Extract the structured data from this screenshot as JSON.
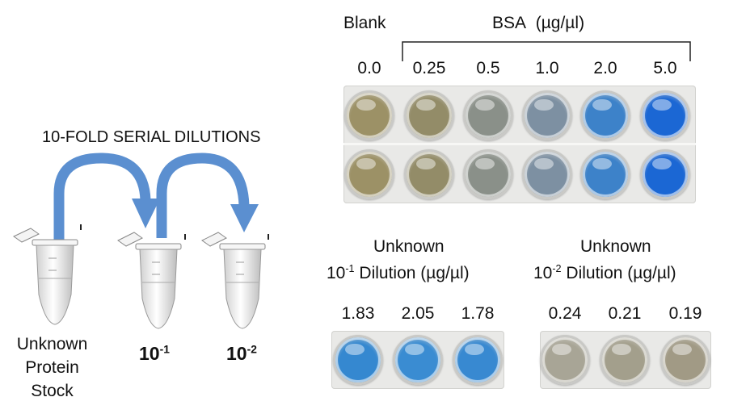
{
  "title": "10-FOLD SERIAL DILUTIONS",
  "tubes": {
    "stock_label_1": "Unknown",
    "stock_label_2": "Protein",
    "stock_label_3": "Stock",
    "dil1_base": "10",
    "dil1_exp": "-1",
    "dil2_base": "10",
    "dil2_exp": "-2"
  },
  "standards": {
    "blank_label": "Blank",
    "bsa_label": "BSA",
    "unit": "(µg/µl)",
    "concentrations": [
      "0.0",
      "0.25",
      "0.5",
      "1.0",
      "2.0",
      "5.0"
    ],
    "well_colors": [
      "#9c9166",
      "#938c68",
      "#8a9089",
      "#7d90a2",
      "#3d82c9",
      "#1b67d4"
    ],
    "rows": 2
  },
  "unknown1": {
    "title": "Unknown",
    "dil_base": "10",
    "dil_exp": "-1",
    "dil_word": "Dilution",
    "unit": "(µg/µl)",
    "values": [
      "1.83",
      "2.05",
      "1.78"
    ],
    "well_colors": [
      "#3588d0",
      "#3a8cd2",
      "#3889d1"
    ]
  },
  "unknown2": {
    "title": "Unknown",
    "dil_base": "10",
    "dil_exp": "-2",
    "dil_word": "Dilution",
    "unit": "(µg/µl)",
    "values": [
      "0.24",
      "0.21",
      "0.19"
    ],
    "well_colors": [
      "#a8a596",
      "#a39f8c",
      "#a19a85"
    ]
  }
}
